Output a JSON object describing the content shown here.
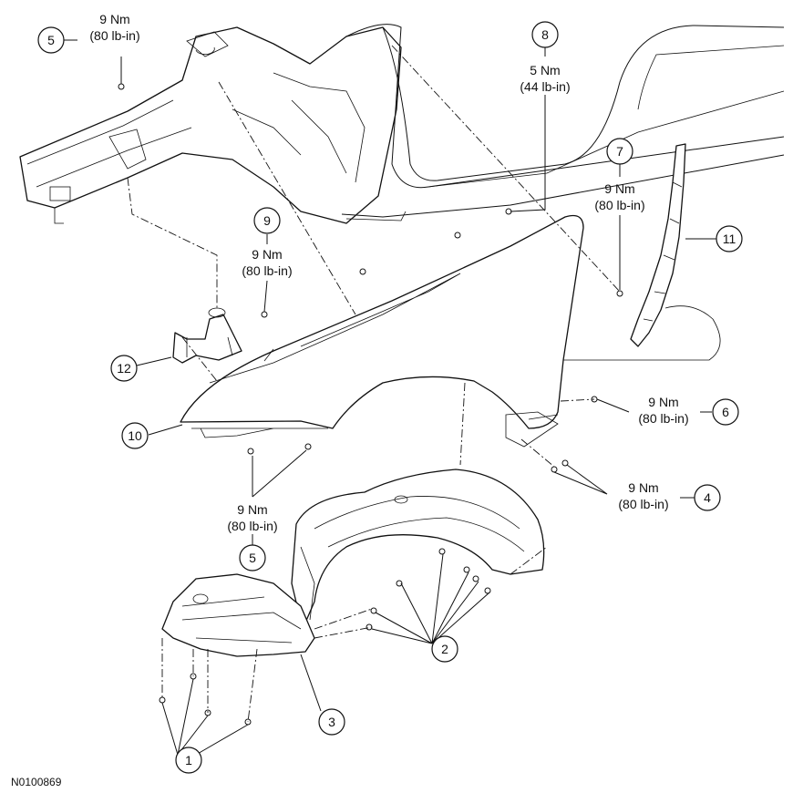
{
  "figure_id": "N0100869",
  "callouts": [
    {
      "id": "c5a",
      "num": "5"
    },
    {
      "id": "c8",
      "num": "8"
    },
    {
      "id": "c7",
      "num": "7"
    },
    {
      "id": "c9",
      "num": "9"
    },
    {
      "id": "c11",
      "num": "11"
    },
    {
      "id": "c12",
      "num": "12"
    },
    {
      "id": "c10",
      "num": "10"
    },
    {
      "id": "c6",
      "num": "6"
    },
    {
      "id": "c4",
      "num": "4"
    },
    {
      "id": "c5b",
      "num": "5"
    },
    {
      "id": "c2",
      "num": "2"
    },
    {
      "id": "c3",
      "num": "3"
    },
    {
      "id": "c1",
      "num": "1"
    }
  ],
  "torques": {
    "t5a": {
      "nm": "9 Nm",
      "lbin": "(80 lb-in)"
    },
    "t8": {
      "nm": "5 Nm",
      "lbin": "(44 lb-in)"
    },
    "t7": {
      "nm": "9 Nm",
      "lbin": "(80 lb-in)"
    },
    "t9": {
      "nm": "9 Nm",
      "lbin": "(80 lb-in)"
    },
    "t6": {
      "nm": "9 Nm",
      "lbin": "(80 lb-in)"
    },
    "t4": {
      "nm": "9 Nm",
      "lbin": "(80 lb-in)"
    },
    "t5b": {
      "nm": "9 Nm",
      "lbin": "(80 lb-in)"
    }
  }
}
